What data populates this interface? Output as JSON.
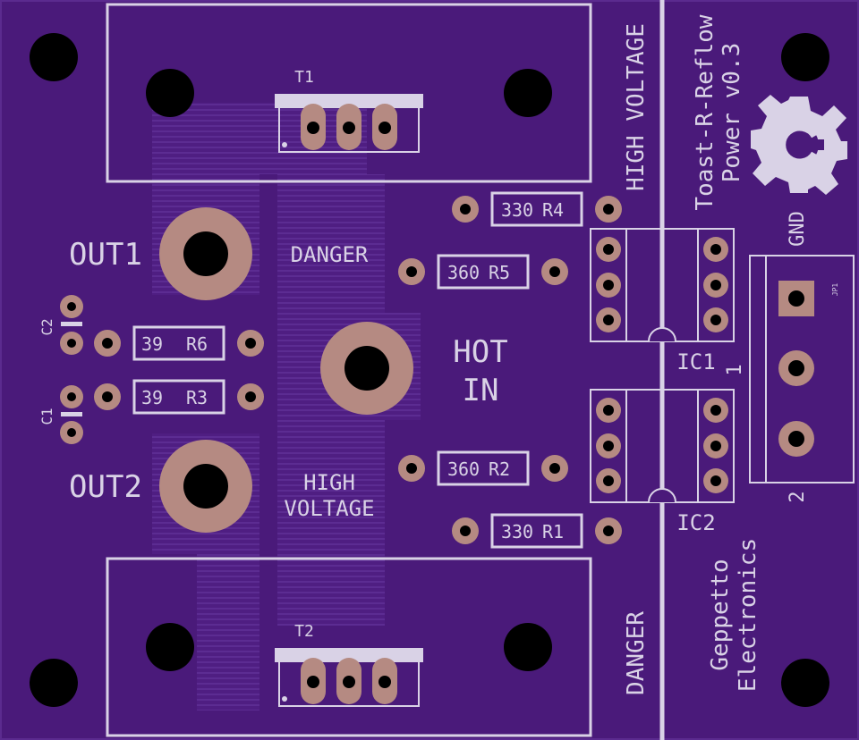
{
  "board": {
    "title_line1": "Toast-R-Reflow",
    "title_line2": "Power v0.3",
    "maker_line1": "Geppetto",
    "maker_line2": "Electronics",
    "warnings": {
      "high_voltage_right": "HIGH VOLTAGE",
      "danger_right": "DANGER",
      "danger_center": "DANGER",
      "high_voltage_center_1": "HIGH",
      "high_voltage_center_2": "VOLTAGE"
    },
    "hot_in_1": "HOT",
    "hot_in_2": "IN",
    "out1": "OUT1",
    "out2": "OUT2",
    "gnd": "GND",
    "jp1": "JP1",
    "pin1": "1",
    "pin2": "2"
  },
  "components": {
    "t1": "T1",
    "t2": "T2",
    "ic1": "IC1",
    "ic2": "IC2",
    "c1": "C1",
    "c2": "C2",
    "r1": {
      "value": "330",
      "ref": "R1"
    },
    "r2": {
      "value": "360",
      "ref": "R2"
    },
    "r3": {
      "value": "39",
      "ref": "R3"
    },
    "r4": {
      "value": "330",
      "ref": "R4"
    },
    "r5": {
      "value": "360",
      "ref": "R5"
    },
    "r6": {
      "value": "39",
      "ref": "R6"
    }
  },
  "colors": {
    "board": "#4a1a7a",
    "plane": "#5a2a8e",
    "silk": "#d9d2e6",
    "pad": "#b58a82",
    "hole": "#000000"
  }
}
